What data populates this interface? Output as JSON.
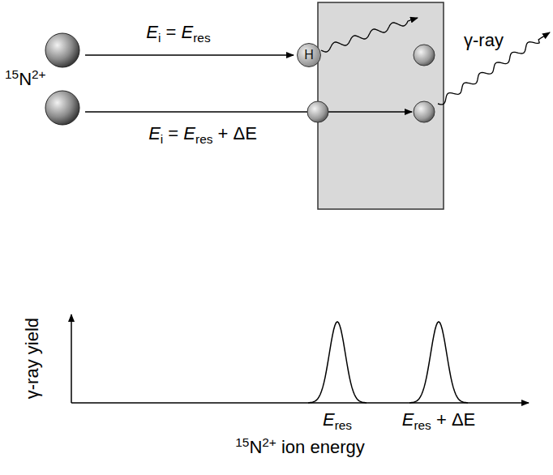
{
  "diagram": {
    "nodes": [
      {
        "text": [
          "H"
        ]
      }
    ],
    "labels": [
      "15N2+",
      "Ei = Eres",
      "Ei = Eres + ΔE",
      "γ-ray",
      "γ-ray yield",
      "Eres",
      "Eres + ΔE",
      "15N2+ ion energy"
    ]
  }
}
